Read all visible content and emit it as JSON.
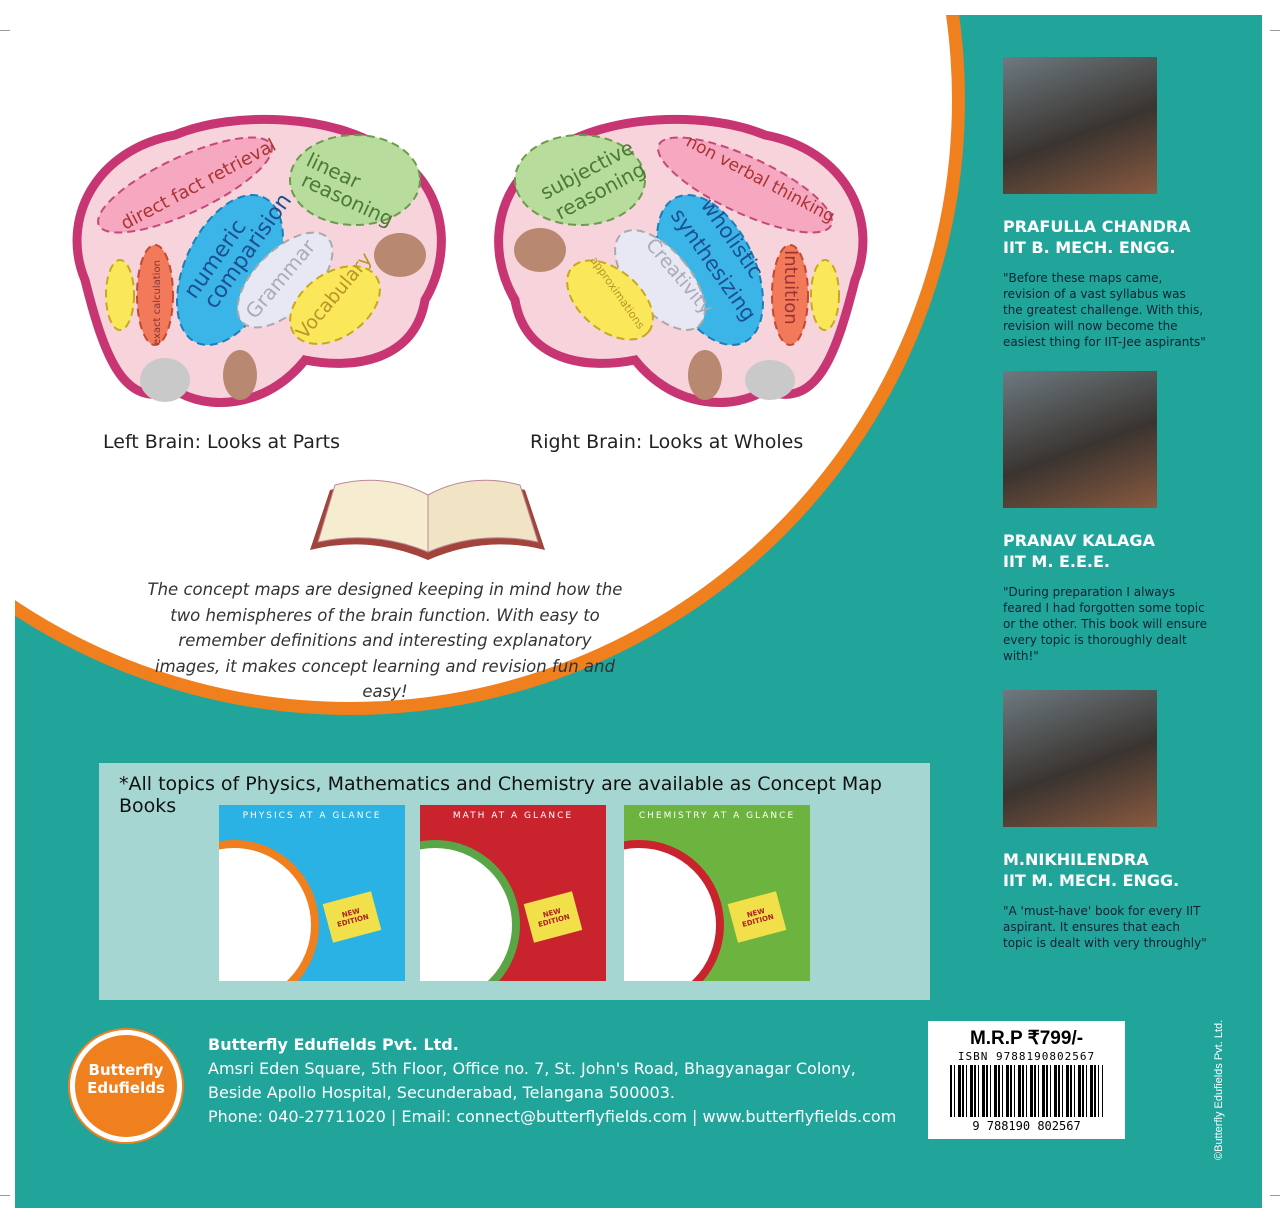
{
  "left_brain": {
    "caption": "Left Brain: Looks at Parts",
    "regions": [
      "direct fact retrieval",
      "linear reasoning",
      "numeric comparision",
      "Grammar",
      "Vocabulary",
      "exact calculation"
    ]
  },
  "right_brain": {
    "caption": "Right Brain: Looks at Wholes",
    "regions": [
      "subjective reasoning",
      "non verbal thinking",
      "wholistic synthesizing",
      "Creativity",
      "approximations",
      "Intuition"
    ]
  },
  "intro": "The concept maps are designed keeping in mind how the two hemispheres of the brain function. With easy to remember definitions and interesting explanatory images, it makes concept learning and revision fun and easy!",
  "testimonials": [
    {
      "name": "PRAFULLA CHANDRA",
      "degree": "IIT B. MECH. ENGG.",
      "quote": "\"Before these maps came, revision of a vast syllabus was the greatest challenge. With this, revision will now become the easiest thing for IIT-Jee aspirants\""
    },
    {
      "name": "PRANAV KALAGA",
      "degree": "IIT M. E.E.E.",
      "quote": "\"During preparation I always feared I had forgotten some topic or the other. This book will ensure every topic is thoroughly dealt with!\""
    },
    {
      "name": "M.NIKHILENDRA",
      "degree": "IIT M. MECH. ENGG.",
      "quote": "\"A 'must-have' book for every IIT aspirant. It ensures that each topic is dealt with very throughly\""
    }
  ],
  "books": {
    "title": "*All topics of Physics, Mathematics and Chemistry are available as Concept Map Books",
    "items": [
      {
        "title": "PHYSICS AT A GLANCE",
        "badge": "NEW EDITION",
        "color": "#29b2e3",
        "ring": "#f07f1e"
      },
      {
        "title": "MATH AT A GLANCE",
        "badge": "NEW EDITION",
        "color": "#c9242e",
        "ring": "#5aa646"
      },
      {
        "title": "CHEMISTRY AT A GLANCE",
        "badge": "NEW EDITION",
        "color": "#6db33f",
        "ring": "#c9242e"
      }
    ]
  },
  "publisher": {
    "logo_text": "Butterfly Edufields",
    "name": "Butterfly Edufields Pvt. Ltd.",
    "address1": "Amsri Eden Square, 5th Floor, Office no. 7, St. John's Road, Bhagyanagar Colony,",
    "address2": "Beside Apollo Hospital, Secunderabad, Telangana 500003.",
    "contact": "Phone: 040-27711020 | Email: connect@butterflyfields.com | www.butterflyfields.com"
  },
  "price": {
    "mrp": "M.R.P ₹799/-",
    "isbn": "ISBN 9788190802567",
    "barcode_number": "9  788190  802567"
  },
  "copyright": "©Butterfly Edufields Pvt. Ltd."
}
